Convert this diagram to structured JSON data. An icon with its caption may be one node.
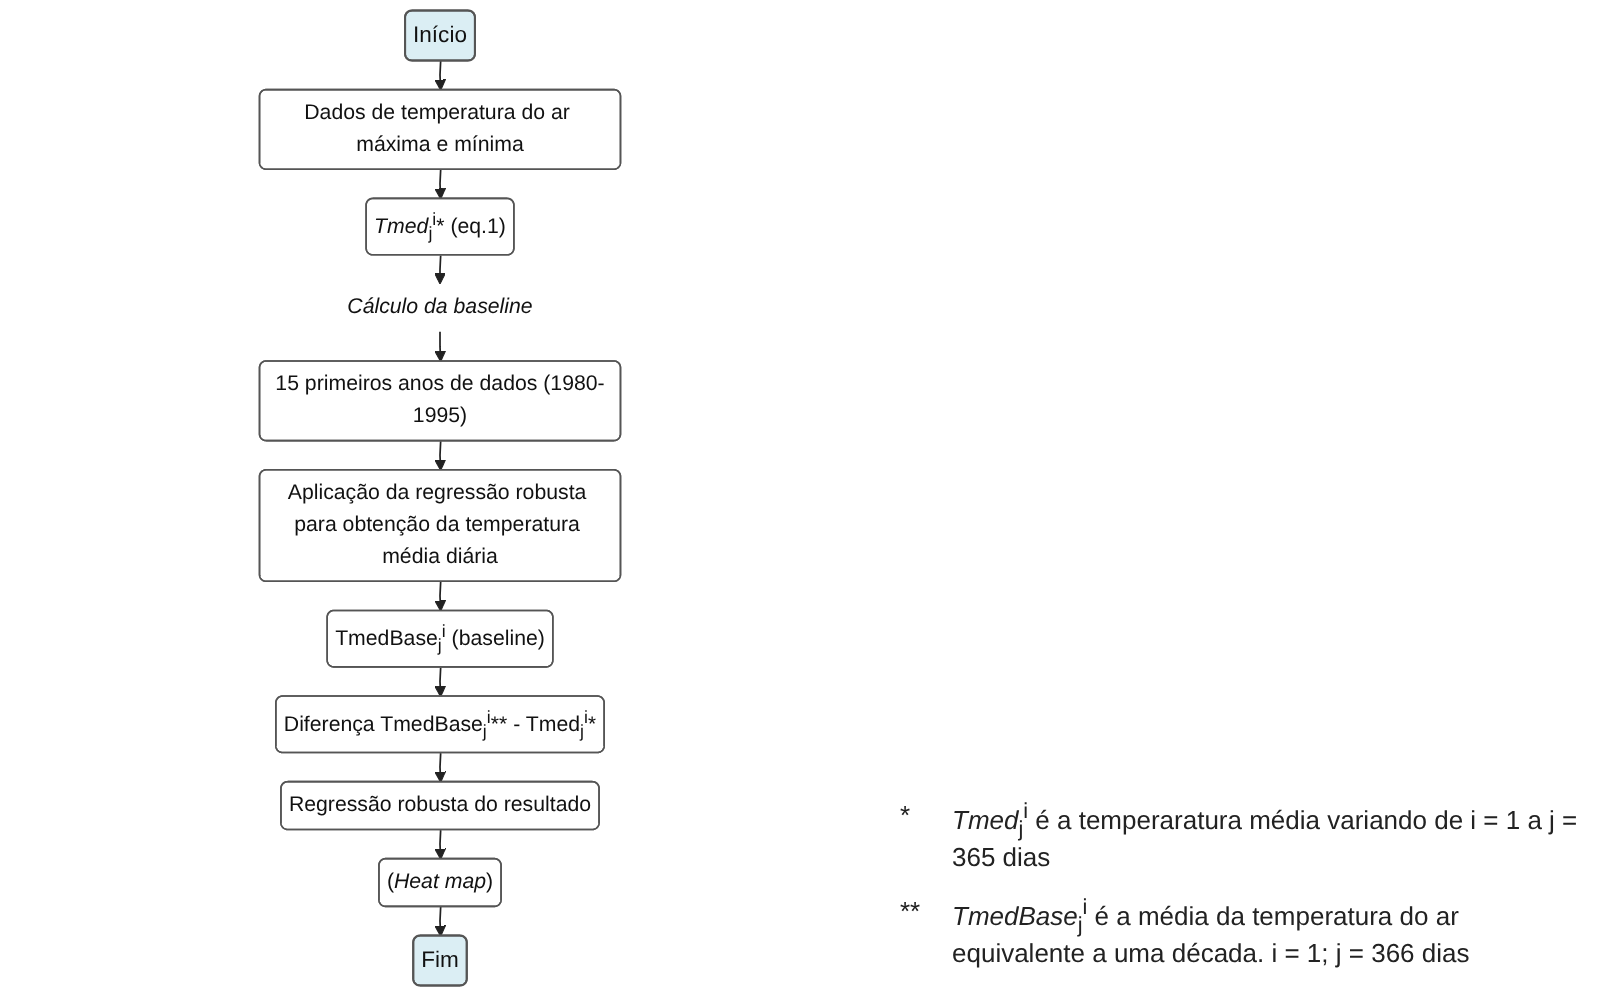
{
  "diagram": {
    "nodes": [
      {
        "text": [
          "Início"
        ]
      },
      {
        "text": [
          "Dados de temperatura do ar máxima e mínima"
        ]
      },
      {
        "text": [
          "*Tmed*$_{j}$$^{i}$* (eq.1)"
        ]
      },
      {
        "text": [
          "*Cálculo da baseline*"
        ]
      },
      {
        "text": [
          "15 primeiros anos de dados (1980-1995)"
        ]
      },
      {
        "text": [
          "Aplicação da regressão robusta para obtenção da temperatura média diária"
        ]
      },
      {
        "text": [
          "TmedBase$_{j}$$^{i}$ (baseline)"
        ]
      },
      {
        "text": [
          "Diferença TmedBase$_{j}$$^{i}$** - Tmed$_{j}$$^{i}$*"
        ]
      },
      {
        "text": [
          "Regressão robusta do resultado"
        ]
      },
      {
        "text": [
          "(*Heat map*)"
        ]
      },
      {
        "text": [
          "Fim"
        ]
      }
    ],
    "edges": [
      {
        "from": 0,
        "to": 1,
        "arrow": "to"
      },
      {
        "from": 1,
        "to": 2,
        "arrow": "to"
      },
      {
        "from": 2,
        "to": 3,
        "arrow": "to"
      },
      {
        "from": 3,
        "to": 4,
        "arrow": "to"
      },
      {
        "from": 4,
        "to": 5,
        "arrow": "to"
      },
      {
        "from": 5,
        "to": 6,
        "arrow": "to"
      },
      {
        "from": 6,
        "to": 7,
        "arrow": "to"
      },
      {
        "from": 7,
        "to": 8,
        "arrow": "to"
      },
      {
        "from": 8,
        "to": 9,
        "arrow": "to"
      },
      {
        "from": 9,
        "to": 10,
        "arrow": "to"
      }
    ],
    "labels": [
      "*",
      "*Tmed*$_{j}$$^{i}$ é a temperaratura média variando de i = 1 a j = 365 dias",
      "**",
      "*TmedBase*$_{j}$$^{i}$ é a média da temperatura do ar equivalente a uma década. i = 1;  j = 366 dias"
    ]
  }
}
